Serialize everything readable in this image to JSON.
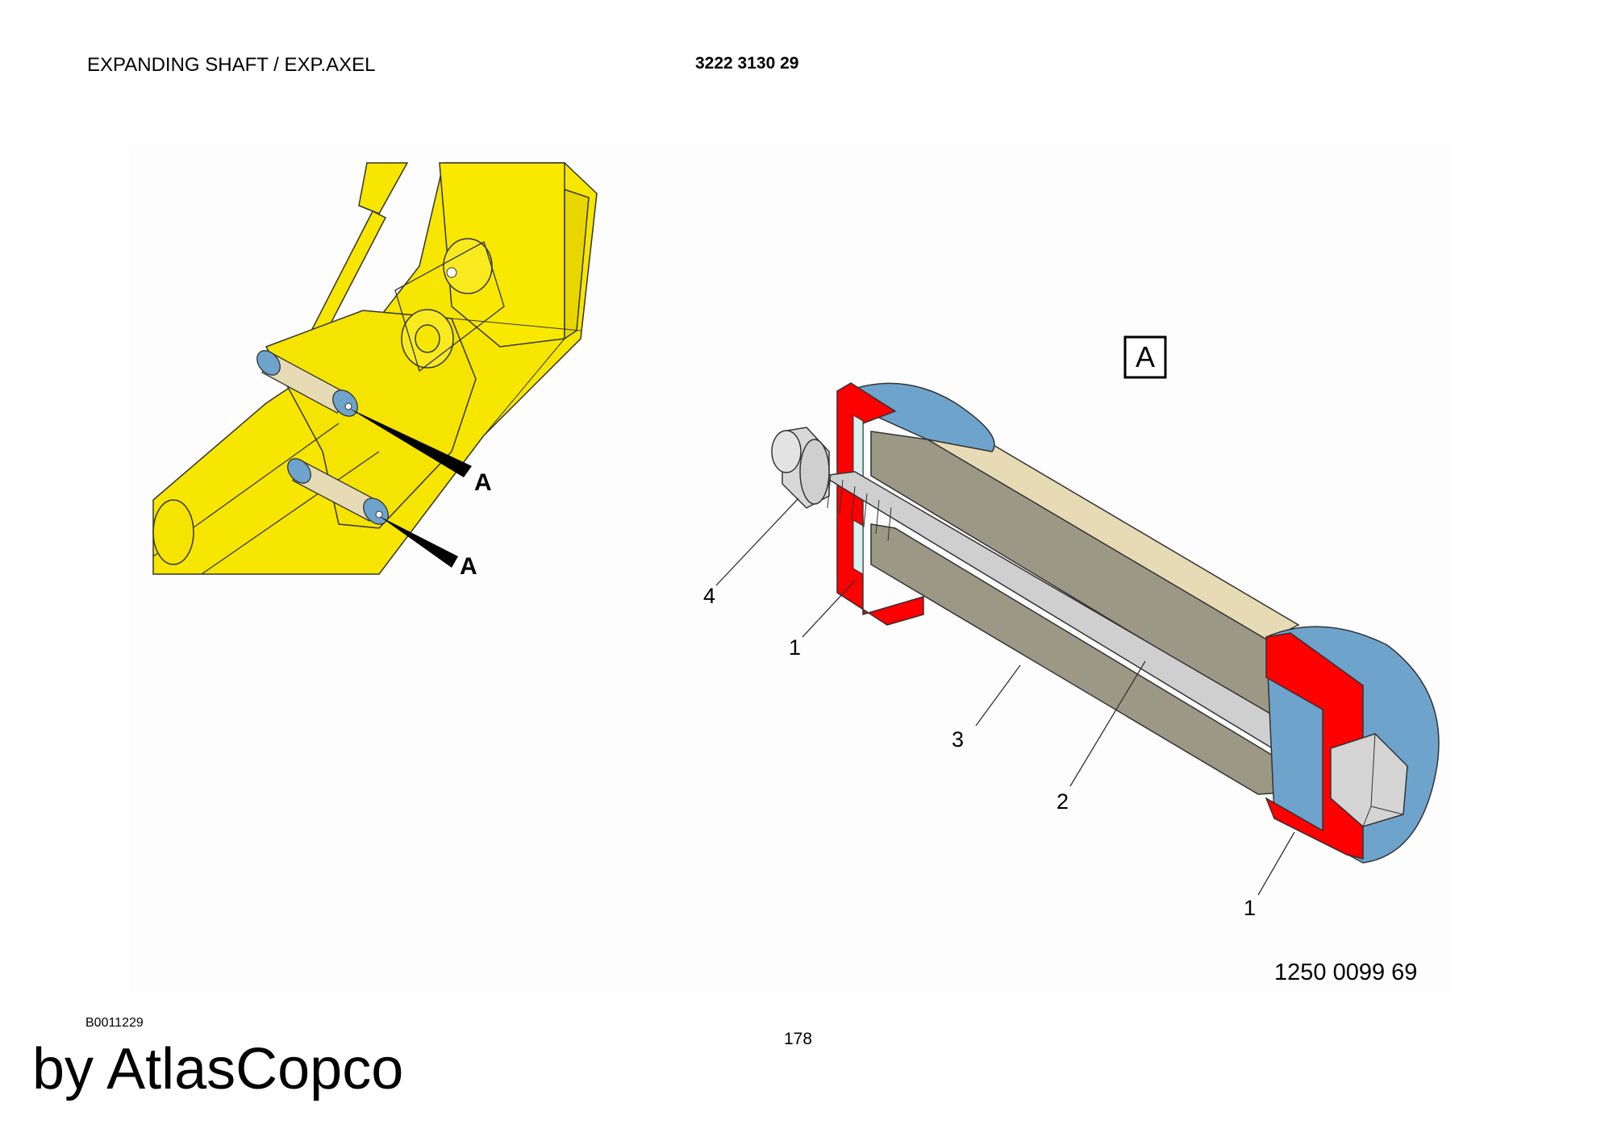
{
  "header": {
    "title": "EXPANDING SHAFT / EXP.AXEL",
    "part_number": "3222 3130 29"
  },
  "figure": {
    "detail_label": "A",
    "callout_left_top": "A",
    "callout_left_bottom": "A",
    "item_labels": [
      "4",
      "1",
      "3",
      "2",
      "1"
    ],
    "drawing_number": "1250 0099 69"
  },
  "footer": {
    "doc_code": "B0011229",
    "page_number": "178",
    "brand": "by AtlasCopco"
  },
  "colors": {
    "boom_yellow": "#f7e600",
    "cap_blue": "#6ea3cc",
    "section_red": "#ff0000",
    "sleeve_beige": "#e6dbb4",
    "segment_grey": "#9b9986",
    "bolt_grey": "#cfcfcf"
  }
}
